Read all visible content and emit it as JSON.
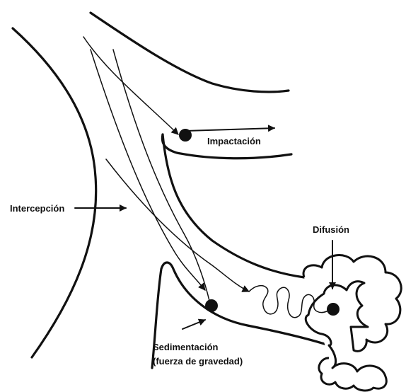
{
  "labels": {
    "impaction": "Impactación",
    "interception": "Intercepción",
    "diffusion": "Difusión",
    "sedimentation_line1": "Sedimentación",
    "sedimentation_line2": "(fuerza de gravedad)"
  },
  "colors": {
    "ink": "#111111",
    "background": "#ffffff"
  }
}
